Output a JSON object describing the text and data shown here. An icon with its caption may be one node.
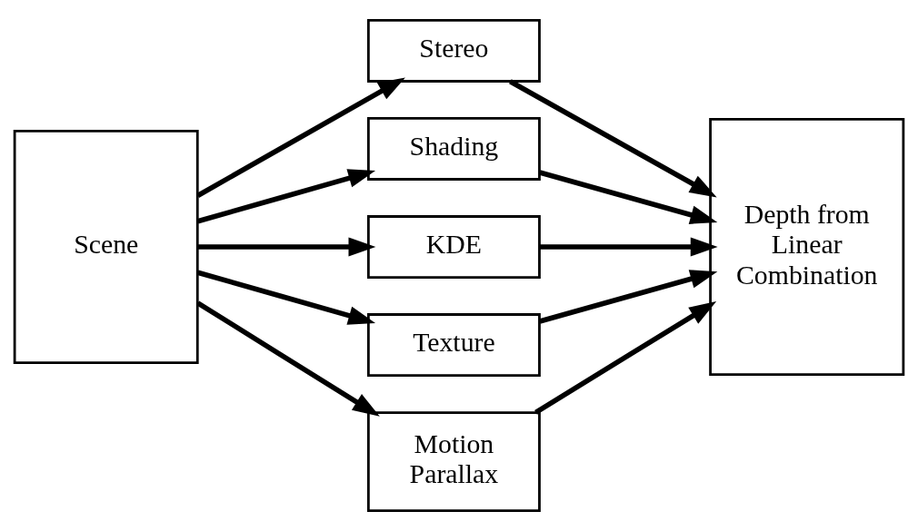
{
  "diagram": {
    "nodes": [
      {
        "text": [
          "Scene"
        ]
      },
      {
        "text": [
          "Stereo"
        ]
      },
      {
        "text": [
          "Shading"
        ]
      },
      {
        "text": [
          "KDE"
        ]
      },
      {
        "text": [
          "Texture"
        ]
      },
      {
        "text": [
          "Motion Parallax"
        ]
      },
      {
        "text": [
          "Depth from Linear Combination"
        ]
      }
    ],
    "edges": [
      {
        "from": 0,
        "to": 1,
        "arrow": "to"
      },
      {
        "from": 0,
        "to": 2,
        "arrow": "to"
      },
      {
        "from": 0,
        "to": 3,
        "arrow": "to"
      },
      {
        "from": 0,
        "to": 4,
        "arrow": "to"
      },
      {
        "from": 0,
        "to": 5,
        "arrow": "to"
      },
      {
        "from": 1,
        "to": 6,
        "arrow": "to"
      },
      {
        "from": 2,
        "to": 6,
        "arrow": "to"
      },
      {
        "from": 3,
        "to": 6,
        "arrow": "to"
      },
      {
        "from": 4,
        "to": 6,
        "arrow": "to"
      },
      {
        "from": 5,
        "to": 6,
        "arrow": "to"
      }
    ]
  }
}
